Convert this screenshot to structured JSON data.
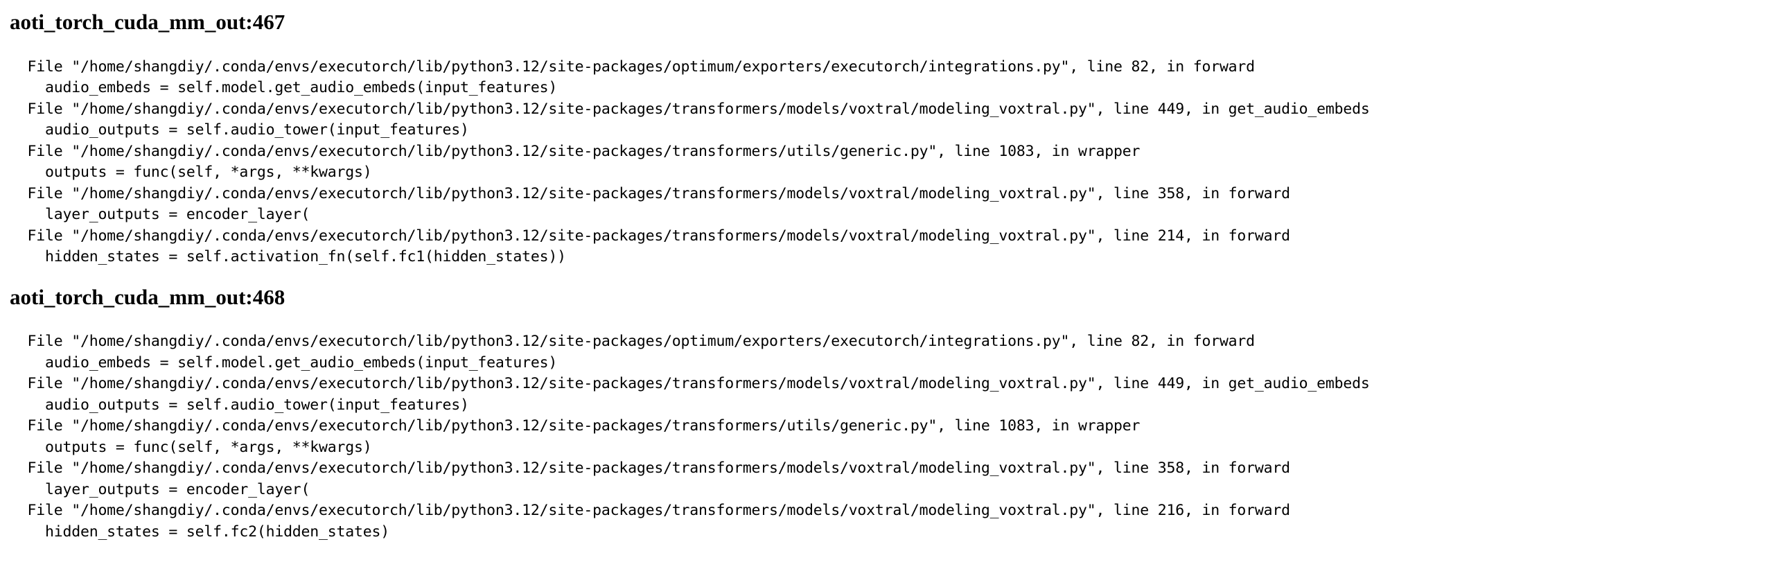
{
  "document": {
    "type": "python-traceback-log",
    "background_color": "#ffffff",
    "text_color": "#000000"
  },
  "blocks": [
    {
      "heading": "aoti_torch_cuda_mm_out:467",
      "lines": [
        "  File \"/home/shangdiy/.conda/envs/executorch/lib/python3.12/site-packages/optimum/exporters/executorch/integrations.py\", line 82, in forward",
        "    audio_embeds = self.model.get_audio_embeds(input_features)",
        "  File \"/home/shangdiy/.conda/envs/executorch/lib/python3.12/site-packages/transformers/models/voxtral/modeling_voxtral.py\", line 449, in get_audio_embeds",
        "    audio_outputs = self.audio_tower(input_features)",
        "  File \"/home/shangdiy/.conda/envs/executorch/lib/python3.12/site-packages/transformers/utils/generic.py\", line 1083, in wrapper",
        "    outputs = func(self, *args, **kwargs)",
        "  File \"/home/shangdiy/.conda/envs/executorch/lib/python3.12/site-packages/transformers/models/voxtral/modeling_voxtral.py\", line 358, in forward",
        "    layer_outputs = encoder_layer(",
        "  File \"/home/shangdiy/.conda/envs/executorch/lib/python3.12/site-packages/transformers/models/voxtral/modeling_voxtral.py\", line 214, in forward",
        "    hidden_states = self.activation_fn(self.fc1(hidden_states))"
      ]
    },
    {
      "heading": "aoti_torch_cuda_mm_out:468",
      "lines": [
        "  File \"/home/shangdiy/.conda/envs/executorch/lib/python3.12/site-packages/optimum/exporters/executorch/integrations.py\", line 82, in forward",
        "    audio_embeds = self.model.get_audio_embeds(input_features)",
        "  File \"/home/shangdiy/.conda/envs/executorch/lib/python3.12/site-packages/transformers/models/voxtral/modeling_voxtral.py\", line 449, in get_audio_embeds",
        "    audio_outputs = self.audio_tower(input_features)",
        "  File \"/home/shangdiy/.conda/envs/executorch/lib/python3.12/site-packages/transformers/utils/generic.py\", line 1083, in wrapper",
        "    outputs = func(self, *args, **kwargs)",
        "  File \"/home/shangdiy/.conda/envs/executorch/lib/python3.12/site-packages/transformers/models/voxtral/modeling_voxtral.py\", line 358, in forward",
        "    layer_outputs = encoder_layer(",
        "  File \"/home/shangdiy/.conda/envs/executorch/lib/python3.12/site-packages/transformers/models/voxtral/modeling_voxtral.py\", line 216, in forward",
        "    hidden_states = self.fc2(hidden_states)"
      ]
    }
  ]
}
